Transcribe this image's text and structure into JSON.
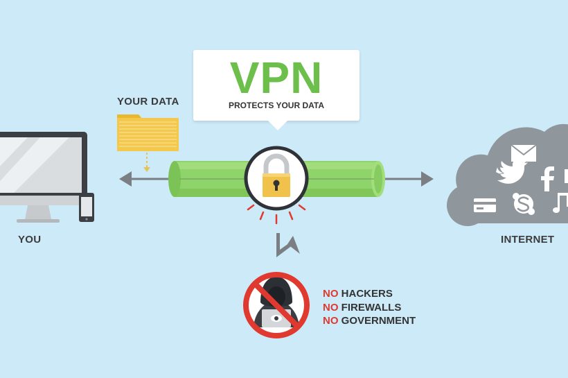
{
  "labels": {
    "you": "YOU",
    "internet": "INTERNET",
    "your_data": "YOUR DATA"
  },
  "callout": {
    "title": "VPN",
    "subtitle": "PROTECTS YOUR DATA"
  },
  "threats": [
    {
      "prefix": "NO",
      "text": " HACKERS"
    },
    {
      "prefix": "NO",
      "text": " FIREWALLS"
    },
    {
      "prefix": "NO",
      "text": " GOVERNMENT"
    }
  ],
  "icons": {
    "device": "computer-monitor-icon",
    "phone": "smartphone-icon",
    "data": "folder-icon",
    "lock": "padlock-icon",
    "hacker": "hooded-hacker-icon",
    "cloud": "cloud-icon",
    "services": [
      "mail-icon",
      "twitter-icon",
      "facebook-icon",
      "credit-card-icon",
      "skype-icon",
      "music-note-icon"
    ]
  },
  "colors": {
    "background": "#cdeaf8",
    "tunnel": "#8fd46a",
    "vpn_green": "#6bbf4a",
    "lock_gold": "#f0c24b",
    "danger_red": "#e0392f",
    "cloud_gray": "#8f969c",
    "arrow_gray": "#7b7f83"
  }
}
